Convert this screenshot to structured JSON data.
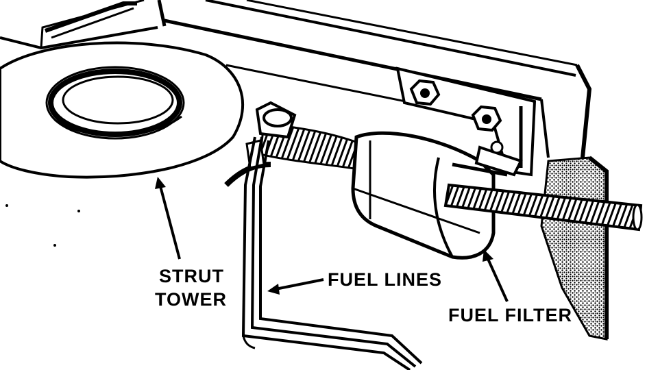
{
  "labels": {
    "strut_tower_line1": "STRUT",
    "strut_tower_line2": "TOWER",
    "fuel_lines": "FUEL LINES",
    "fuel_filter": "FUEL FILTER"
  },
  "colors": {
    "ink": "#000000",
    "paper": "#ffffff",
    "shade": "#1a1a1a"
  }
}
